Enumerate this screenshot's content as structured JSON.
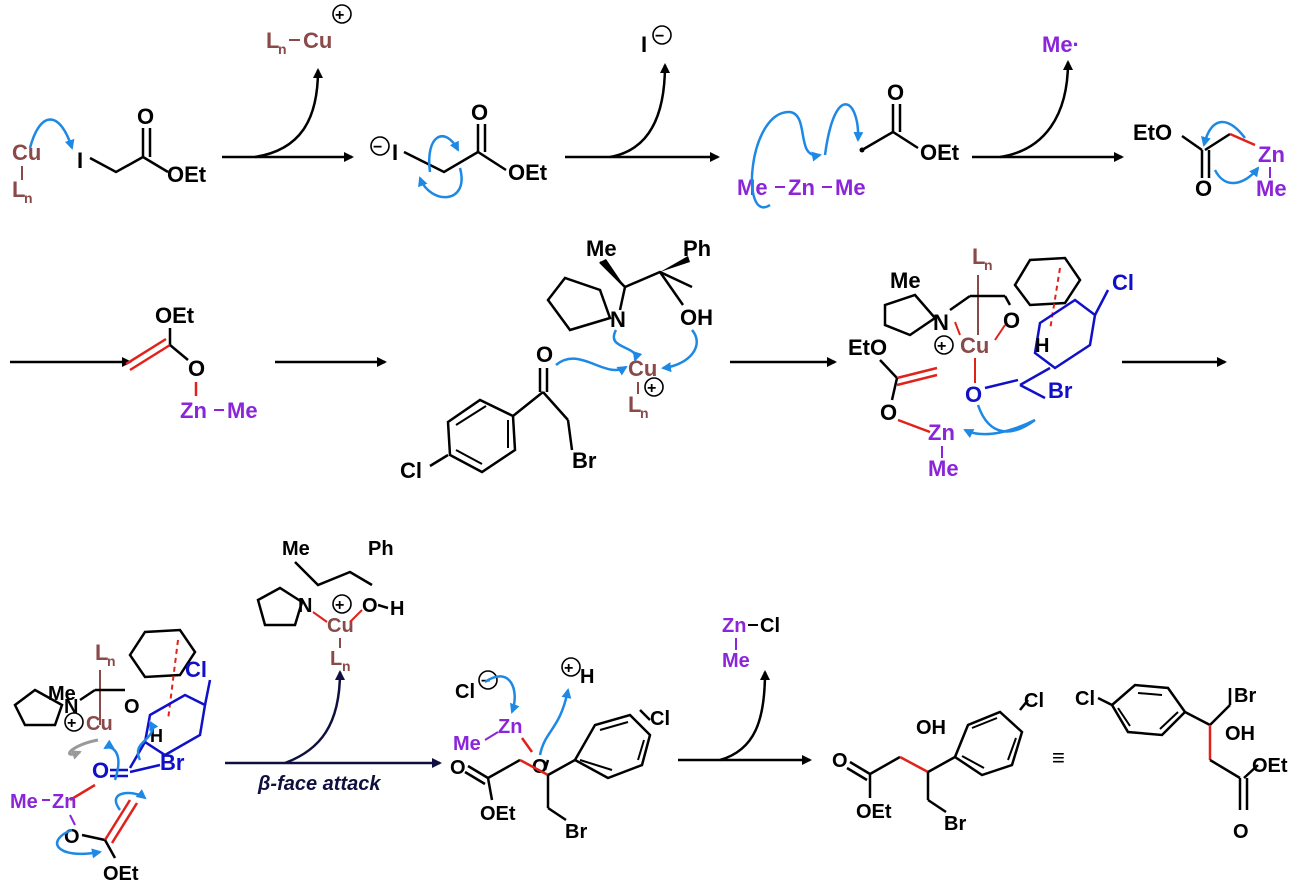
{
  "colors": {
    "black": "#000000",
    "copper": "#8B4A4A",
    "zinc": "#8B25D9",
    "arrow_blue": "#1E88E5",
    "ketone_blue": "#1010C8",
    "bond_red": "#E0221B",
    "navy": "#101040",
    "grey": "#9A9A9A"
  },
  "labels": {
    "cu_top": "Cu",
    "ln_top": "L",
    "n": "n",
    "i_iodo": "I",
    "o_carbonyl": "O",
    "oet": "OEt",
    "ln_cu_product": "L",
    "cu_product": "Cu",
    "minus": "−",
    "plus": "+",
    "i_anion": "I",
    "me_radical": "Me·",
    "me": "Me",
    "zn": "Zn",
    "eto": "EtO",
    "o": "O",
    "oh": "OH",
    "ph": "Ph",
    "n_atom": "N",
    "h": "H",
    "br": "Br",
    "cl": "Cl",
    "beta_attack": "β-face attack",
    "zn_cl": "Zn–Cl",
    "equiv": "≡"
  }
}
